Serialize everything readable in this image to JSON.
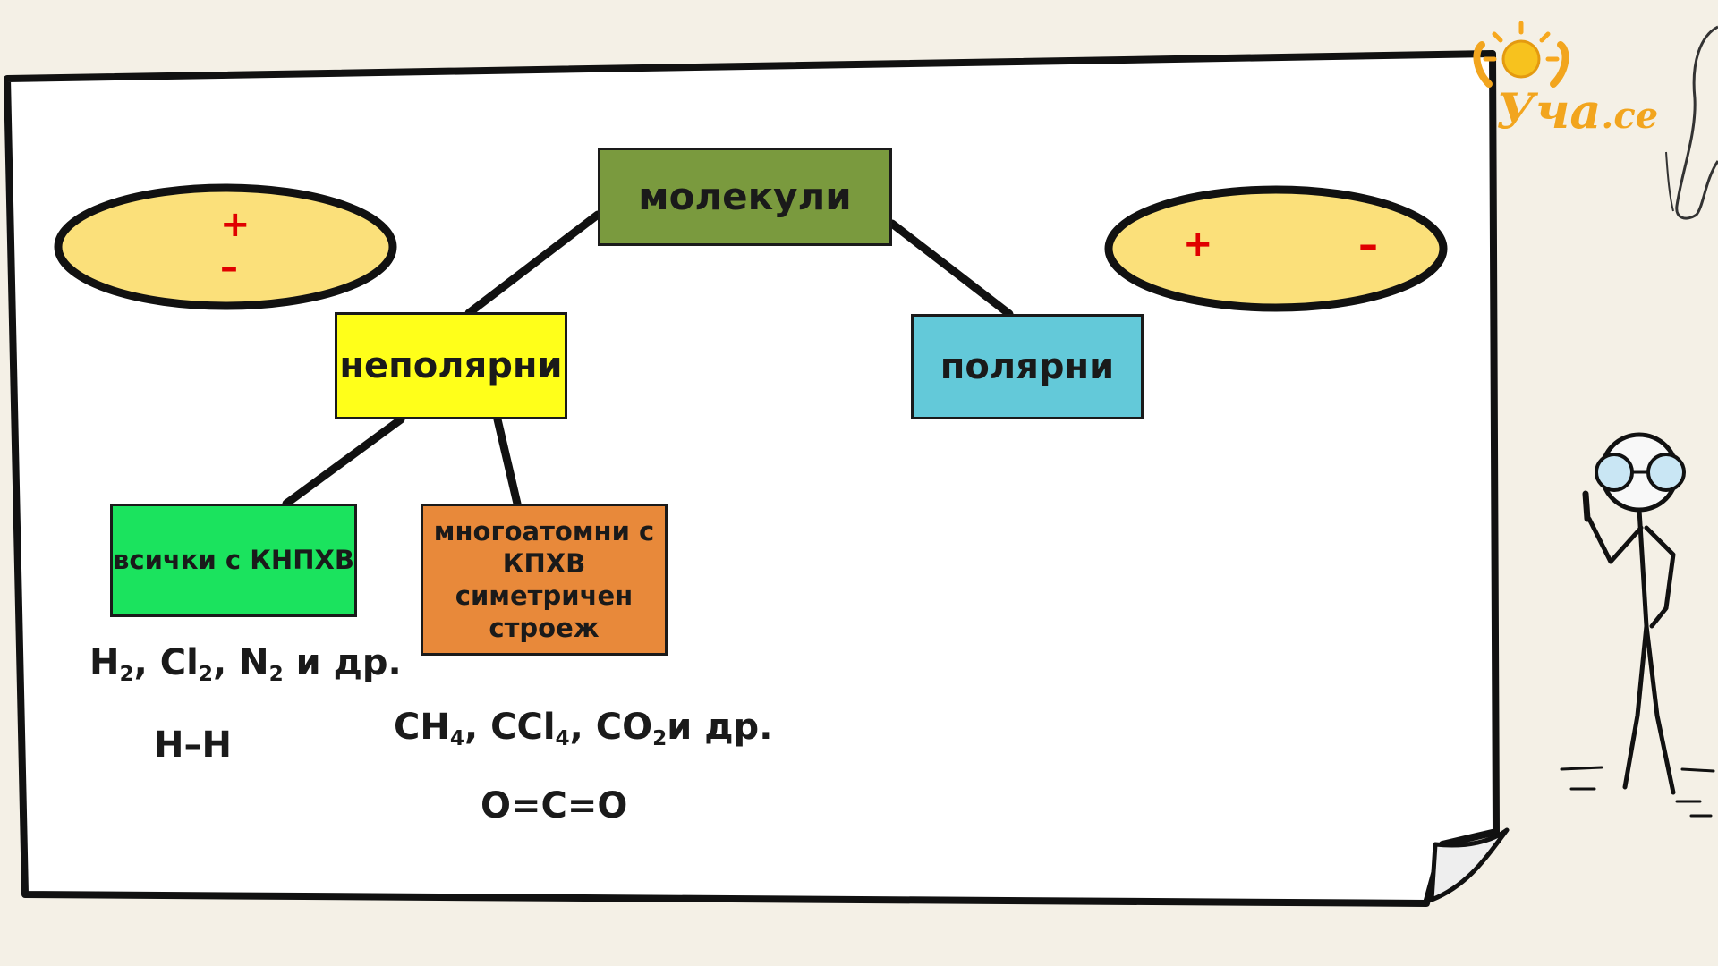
{
  "diagram": {
    "root": "молекули",
    "nonpolar": "неполярни",
    "polar": "полярни",
    "all_khnpxb": "всички с КНПХВ",
    "multi_atomic": "многоатомни с КПХВ симетричен строеж"
  },
  "examples": {
    "f1_parts": [
      "H",
      "2",
      ", Cl",
      "2",
      ", N",
      "2",
      " и др."
    ],
    "f2": "H–H",
    "f3_parts": [
      "CH",
      "4",
      ", CCl",
      "4",
      ", CO",
      "2",
      "и др."
    ],
    "f4": "O=C=O"
  },
  "charges": {
    "left_plus": "+",
    "left_minus": "–",
    "right_plus": "+",
    "right_minus": "–"
  },
  "logo": {
    "main": "Уча",
    "suffix": ".се"
  },
  "colors": {
    "root": "#7a9a3e",
    "nonpolar": "#ffff1a",
    "polar": "#63c9d9",
    "all": "#1be35e",
    "multi": "#e8893a",
    "ellipse": "#fbe07a",
    "sign": "#e00000",
    "logo": "#f2a51e"
  }
}
